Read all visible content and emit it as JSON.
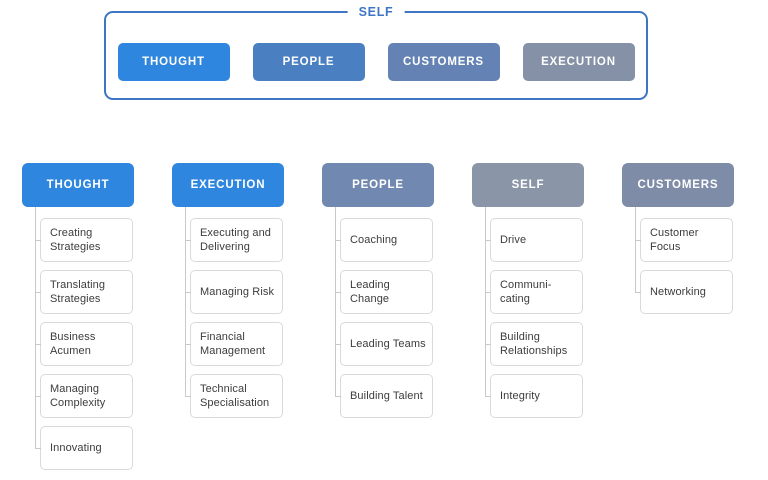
{
  "panel": {
    "legend": "SELF",
    "border_color": "#3f76c4",
    "chips": [
      {
        "label": "THOUGHT",
        "color": "#2f86de"
      },
      {
        "label": "PEOPLE",
        "color": "#4a7fc1"
      },
      {
        "label": "CUSTOMERS",
        "color": "#6483b4"
      },
      {
        "label": "EXECUTION",
        "color": "#8591a6"
      }
    ]
  },
  "columns": [
    {
      "header": "THOUGHT",
      "color": "#2f86de",
      "items": [
        "Creating Strategies",
        "Translating Strategies",
        "Business Acumen",
        "Managing Complexity",
        "Innovating"
      ]
    },
    {
      "header": "EXECUTION",
      "color": "#2f86de",
      "items": [
        "Executing and Delivering",
        "Managing Risk",
        "Financial Management",
        "Technical Specialisation"
      ]
    },
    {
      "header": "PEOPLE",
      "color": "#7189b0",
      "items": [
        "Coaching",
        "Leading Change",
        "Leading Teams",
        "Building Talent"
      ]
    },
    {
      "header": "SELF",
      "color": "#8b95a8",
      "items": [
        "Drive",
        "Communi-cating",
        "Building Relationships",
        "Integrity"
      ]
    },
    {
      "header": "CUSTOMERS",
      "color": "#7e8ca8",
      "items": [
        "Customer Focus",
        "Networking"
      ]
    }
  ]
}
